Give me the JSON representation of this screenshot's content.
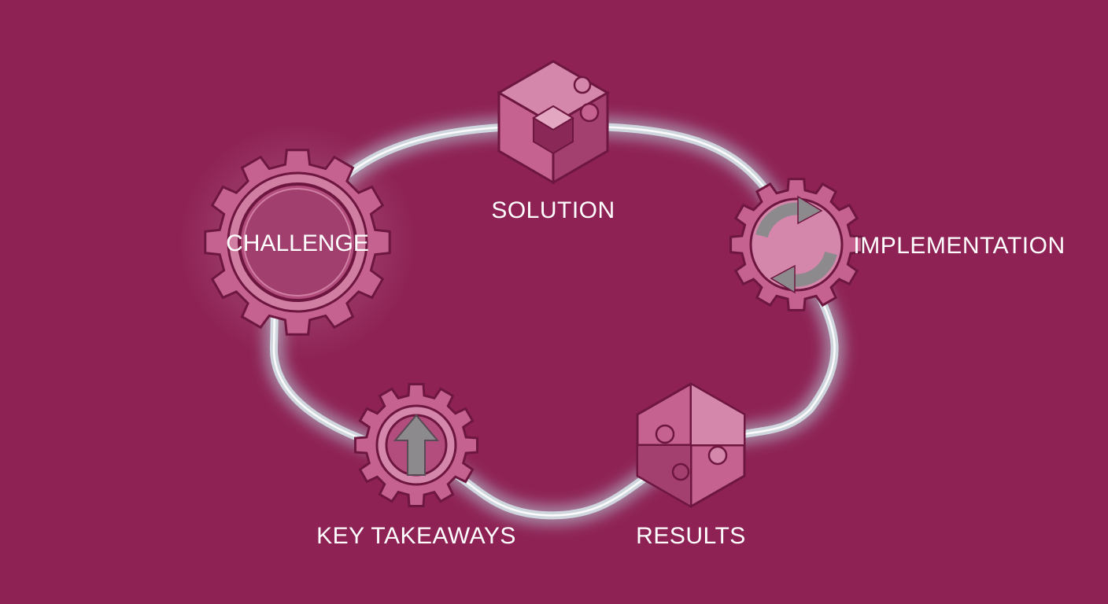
{
  "colors": {
    "background": "#8e2255",
    "node_fill": "#c5628f",
    "node_light": "#d487aa",
    "node_dark": "#a4406f",
    "outline": "#6d1640",
    "loop_glow": "#c9ecef",
    "arrow_gray": "#8c8a8d"
  },
  "stages": {
    "challenge": {
      "label": "CHALLENGE",
      "icon": "gear-icon"
    },
    "solution": {
      "label": "SOLUTION",
      "icon": "puzzle-cube-icon"
    },
    "implementation": {
      "label": "IMPLEMENTATION",
      "icon": "refresh-cycle-gear-icon"
    },
    "results": {
      "label": "RESULTS",
      "icon": "puzzle-hexagon-icon"
    },
    "takeaways": {
      "label": "KEY TAKEAWAYS",
      "icon": "arrow-up-gear-icon"
    }
  }
}
